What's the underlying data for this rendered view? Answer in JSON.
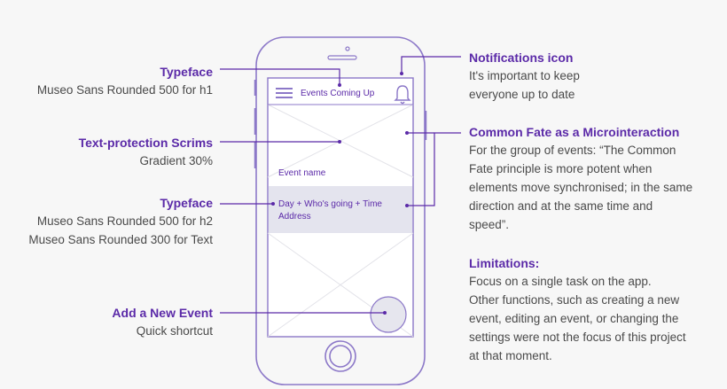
{
  "colors": {
    "accent": "#5b2aa8",
    "phone_outline": "#8c78c8",
    "highlight": "#e4e4ee",
    "text": "#4a4a4a"
  },
  "phone": {
    "header_title": "Events Coming Up",
    "menu_icon": "hamburger-icon",
    "notification_icon": "bell-icon",
    "event_name": "Event name",
    "event_details_line1": "Day + Who's going + Time",
    "event_details_line2": "Address",
    "fab_icon": "add-event-circle"
  },
  "annotations": {
    "typeface_h1": {
      "title": "Typeface",
      "lines": [
        "Museo Sans Rounded 500 for h1"
      ]
    },
    "scrims": {
      "title": "Text-protection Scrims",
      "lines": [
        "Gradient 30%"
      ]
    },
    "typeface_h2": {
      "title": "Typeface",
      "lines": [
        "Museo Sans Rounded 500 for h2",
        "Museo Sans Rounded 300 for Text"
      ]
    },
    "add_event": {
      "title": "Add a New Event",
      "lines": [
        "Quick shortcut"
      ]
    },
    "notifications": {
      "title": "Notifications icon",
      "lines": [
        "It's important to keep",
        "everyone up to date"
      ]
    },
    "common_fate": {
      "title": "Common Fate as a Microinteraction",
      "lines": [
        "For the group of events: “The Common",
        "Fate principle is more potent when",
        "elements move synchronised; in the same",
        "direction and at the same time and",
        "speed”."
      ]
    },
    "limitations": {
      "title": "Limitations:",
      "lines": [
        "Focus on a single task on the app.",
        "Other functions, such as creating a new",
        "event, editing an event, or changing the",
        "settings were not the focus of this project",
        "at that moment."
      ]
    }
  }
}
